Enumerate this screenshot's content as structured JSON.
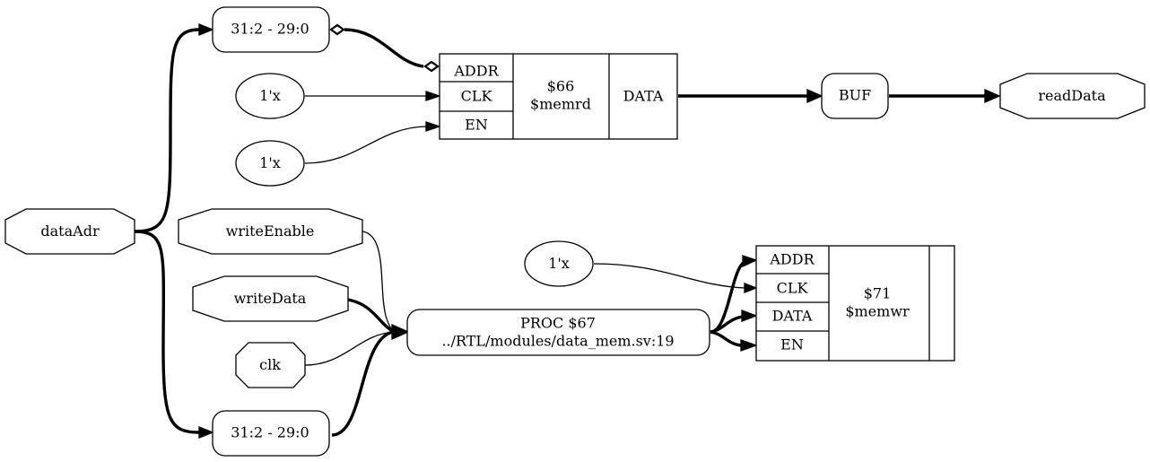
{
  "ports": {
    "data_adr": "dataAdr",
    "write_enable": "writeEnable",
    "write_data": "writeData",
    "clk": "clk",
    "read_data": "readData"
  },
  "constants": {
    "const_clk_rd": "1'x",
    "const_en_rd": "1'x",
    "const_clk_wr": "1'x"
  },
  "slices": {
    "top": "31:2 - 29:0",
    "bottom": "31:2 - 29:0"
  },
  "buf": {
    "label": "BUF"
  },
  "memrd": {
    "ports": [
      "ADDR",
      "CLK",
      "EN"
    ],
    "id": "$66",
    "type": "$memrd",
    "out": "DATA"
  },
  "memwr": {
    "ports": [
      "ADDR",
      "CLK",
      "DATA",
      "EN"
    ],
    "id": "$71",
    "type": "$memwr"
  },
  "proc": {
    "id": "PROC $67",
    "src": "../RTL/modules/data_mem.sv:19"
  }
}
